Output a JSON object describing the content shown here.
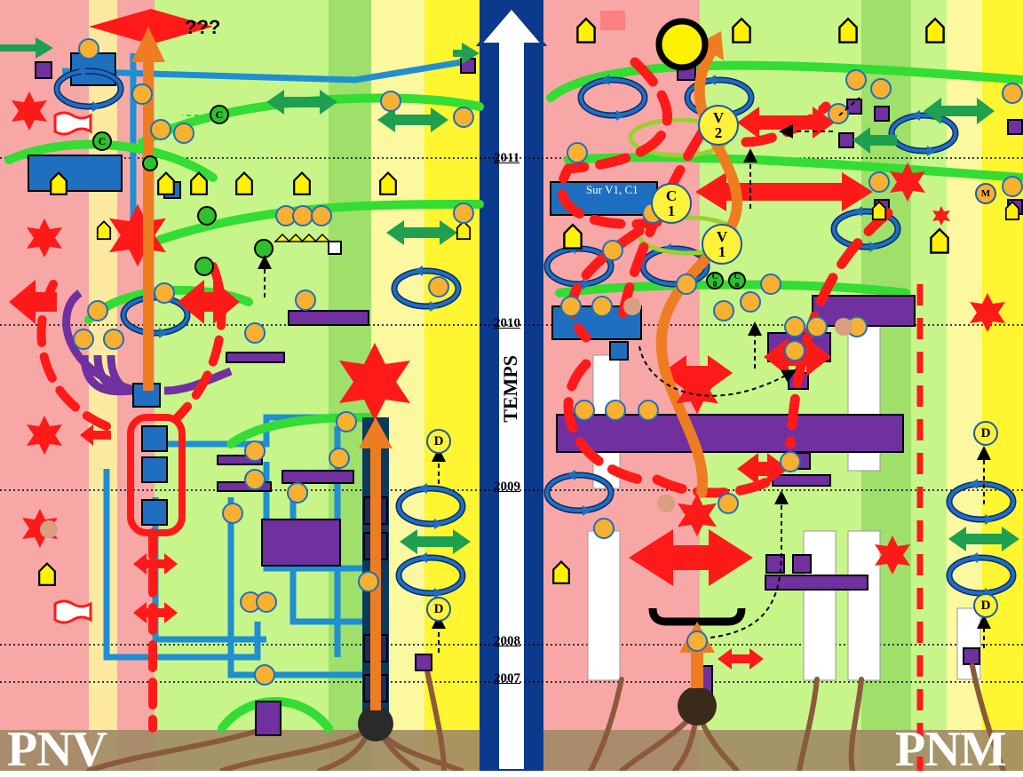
{
  "corners": {
    "left": "PNV",
    "right": "PNM"
  },
  "question": "???",
  "axis_label": "TEMPS",
  "years": [
    "2011",
    "2010",
    "2009",
    "2008",
    "2007"
  ],
  "labels": {
    "sur_v1": "Sur V1, C1",
    "c_left_1": "C",
    "c_left_2": "C",
    "d_left_1": "D",
    "d_left_2": "D",
    "d_right_1": "D",
    "d_right_2": "D",
    "v2": "V\n2",
    "c1": "C\n1",
    "v1": "V\n1",
    "m": "M",
    "c0": "C\n0",
    "co": "C\no"
  },
  "colors": {
    "red_zone": "#f8a7a7",
    "green_zone": "#c7f58a",
    "yellow_zone": "#fff27a",
    "axis_blue": "#0b3a8c",
    "purple": "#7030a0",
    "blue": "#1e6fbf",
    "orange": "#ee7d22",
    "red": "#ff1a1a",
    "green": "#33dd33",
    "brown": "#8b5a3c"
  }
}
